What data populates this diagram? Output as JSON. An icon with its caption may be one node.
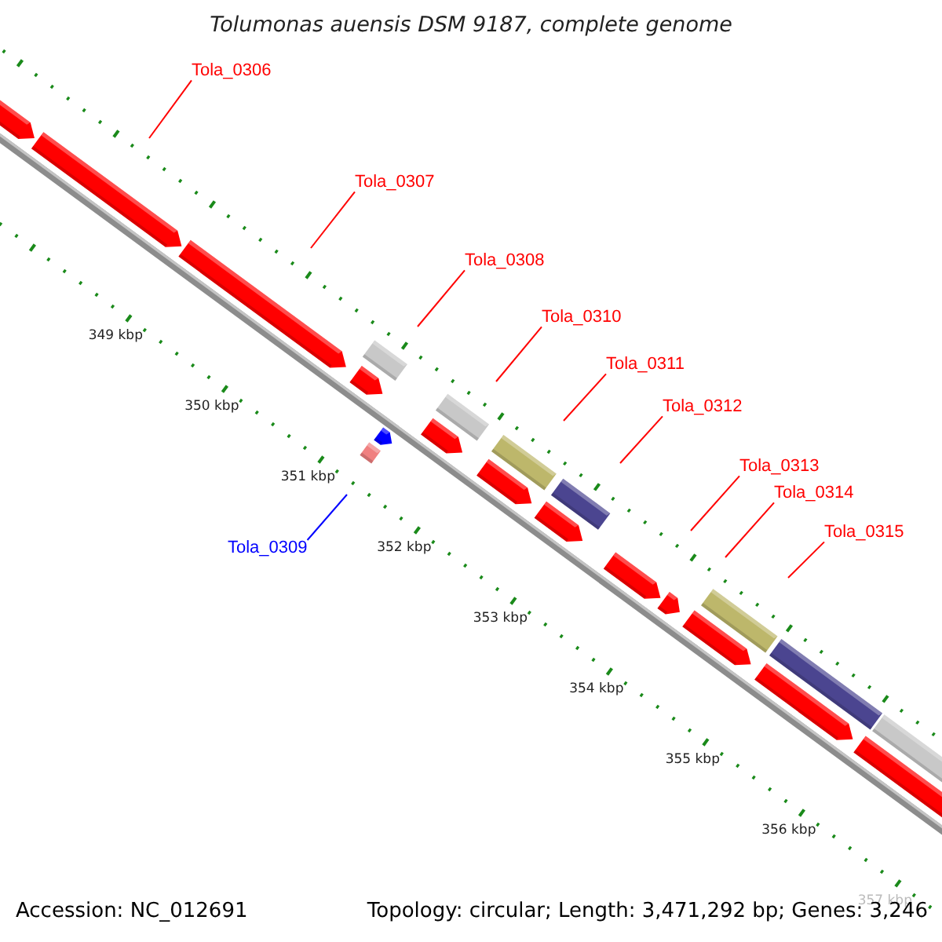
{
  "diagram": {
    "title": "Tolumonas auensis DSM 9187, complete genome",
    "nodes": [
      {
        "text": [
          "Tola_0306"
        ]
      },
      {
        "text": [
          "Tola_0307"
        ]
      },
      {
        "text": [
          "Tola_0308"
        ]
      },
      {
        "text": [
          "Tola_0310"
        ]
      },
      {
        "text": [
          "Tola_0311"
        ]
      },
      {
        "text": [
          "Tola_0312"
        ]
      },
      {
        "text": [
          "Tola_0313"
        ]
      },
      {
        "text": [
          "Tola_0314"
        ]
      },
      {
        "text": [
          "Tola_0315"
        ]
      },
      {
        "text": [
          "Tola_0309"
        ]
      }
    ],
    "edges": [
      {
        "from": 0,
        "to": null,
        "arrow": "none"
      },
      {
        "from": 1,
        "to": null,
        "arrow": "none"
      },
      {
        "from": 2,
        "to": null,
        "arrow": "none"
      },
      {
        "from": 3,
        "to": null,
        "arrow": "none"
      },
      {
        "from": 4,
        "to": null,
        "arrow": "none"
      },
      {
        "from": 5,
        "to": null,
        "arrow": "none"
      },
      {
        "from": 6,
        "to": null,
        "arrow": "none"
      },
      {
        "from": 7,
        "to": null,
        "arrow": "none"
      },
      {
        "from": 8,
        "to": null,
        "arrow": "none"
      },
      {
        "from": 9,
        "to": null,
        "arrow": "none",
        "color": "#0000ff"
      }
    ],
    "labels": [
      "349 kbp",
      "350 kbp",
      "351 kbp",
      "352 kbp",
      "353 kbp",
      "354 kbp",
      "355 kbp",
      "356 kbp",
      "357 kbp",
      "Accession: NC_012691",
      "Topology: circular; Length: 3,471,292 bp; Genes: 3,246"
    ]
  }
}
